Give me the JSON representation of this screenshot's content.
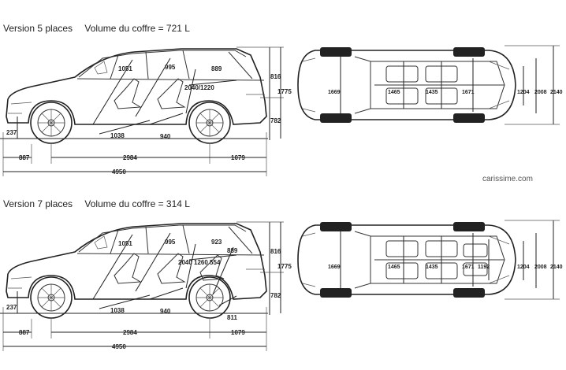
{
  "versions": [
    {
      "title": "Version 5 places",
      "volume": "Volume du coffre = 721 L",
      "side": {
        "front_legroom": "1051",
        "rear_legroom": "995",
        "trunk_length": "889",
        "cargo_length": "2040/1220",
        "front_height": "816",
        "rear_height": "782",
        "total_height": "1775",
        "ground_clearance": "237",
        "front_angle": "1038",
        "rear_angle": "940",
        "front_overhang": "887",
        "wheelbase": "2984",
        "rear_overhang": "1079",
        "total_length": "4950"
      },
      "top": {
        "front_shoulder": "1669",
        "second_row_a": "1465",
        "second_row_b": "1435",
        "rear_width": "1671",
        "track": "1204",
        "width_body": "2008",
        "width_mirrors": "2140"
      }
    },
    {
      "title": "Version 7 places",
      "volume": "Volume du coffre = 314 L",
      "side": {
        "front_legroom": "1051",
        "rear_legroom": "995",
        "third_legroom": "923",
        "trunk_length": "889",
        "cargo_length": "2040 1260 554",
        "third_angle": "811",
        "front_height": "816",
        "rear_height": "782",
        "total_height": "1775",
        "ground_clearance": "237",
        "front_angle": "1038",
        "rear_angle": "940",
        "front_overhang": "887",
        "wheelbase": "2984",
        "rear_overhang": "1079",
        "total_length": "4950"
      },
      "top": {
        "front_shoulder": "1669",
        "second_row_a": "1465",
        "second_row_b": "1435",
        "rear_width": "1671",
        "third_row": "1192",
        "track": "1204",
        "width_body": "2008",
        "width_mirrors": "2140"
      }
    }
  ],
  "credit": "carissime.com"
}
